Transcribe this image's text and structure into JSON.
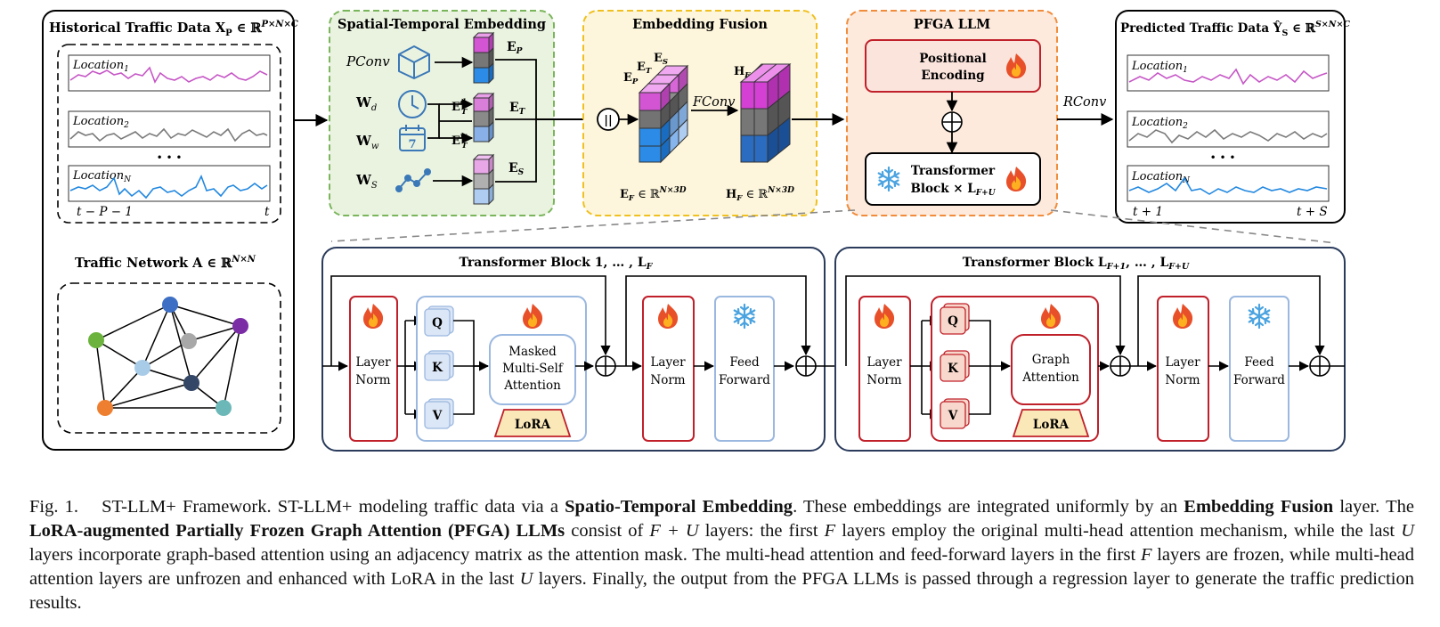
{
  "historical": {
    "title": "Historical Traffic Data X",
    "title_sub": "P",
    "title_space": " ∈ ℝ",
    "title_sup": "P×N×C",
    "location_prefix": "Location",
    "loc1_sub": "1",
    "loc2_sub": "2",
    "locN_sub": "N",
    "ellipsis": "• • •",
    "axis_start": "t − P − 1",
    "axis_end": "t"
  },
  "network": {
    "title": "Traffic Network  A ∈ ℝ",
    "title_sup": "N×N"
  },
  "ste": {
    "title": "Spatial-Temporal Embedding",
    "pconv": "PConv",
    "wd": "W",
    "wd_sub": "d",
    "ww": "W",
    "ww_sub": "w",
    "ws": "W",
    "ws_sub": "S",
    "calendar_number": "7",
    "ep": "E",
    "ep_sub": "P",
    "etd": "E",
    "etd_sub": "T",
    "etd_sup": "d",
    "etw": "E",
    "etw_sub": "T",
    "etw_sup": "w",
    "et": "E",
    "et_sub": "T",
    "es": "E",
    "es_sub": "S"
  },
  "fusion": {
    "title": "Embedding Fusion",
    "concat_symbol": "||",
    "es": "E",
    "es_sub": "S",
    "et": "E",
    "et_sub": "T",
    "ep": "E",
    "ep_sub": "P",
    "fconv": "FConv",
    "hf": "H",
    "hf_sub": "F",
    "ef_formula": "E",
    "ef_sub": "F",
    "ef_rest": " ∈ ℝ",
    "ef_sup": "N×3D",
    "hf_formula": "H",
    "hf_formula_sub": "F",
    "hf_rest": " ∈ ℝ",
    "hf_sup": "N×3D"
  },
  "pfga": {
    "title": "PFGA LLM",
    "pos_enc_line1": "Positional",
    "pos_enc_line2": "Encoding",
    "tb_line1": "Transformer",
    "tb_line2": "Block × L",
    "tb_sub": "F+U"
  },
  "rconv": "RConv",
  "predicted": {
    "title": "Predicted Traffic Data Ŷ",
    "title_sub": "S",
    "title_space": " ∈ ℝ",
    "title_sup": "S×N×C",
    "location_prefix": "Location",
    "loc1_sub": "1",
    "loc2_sub": "2",
    "locN_sub": "N",
    "ellipsis": "• • •",
    "axis_start": "t + 1",
    "axis_end": "t + S"
  },
  "block_left": {
    "title": "Transformer Block 1, … , L",
    "title_sub": "F",
    "layer_norm_1": "Layer",
    "layer_norm_2": "Norm",
    "q": "Q",
    "k": "K",
    "v": "V",
    "attn_1": "Masked",
    "attn_2": "Multi-Self",
    "attn_3": "Attention",
    "lora": "LoRA",
    "ff_1": "Feed",
    "ff_2": "Forward"
  },
  "block_right": {
    "title": "Transformer Block L",
    "title_sub1": "F+1",
    "title_mid": ", … , L",
    "title_sub2": "F+U",
    "layer_norm_1": "Layer",
    "layer_norm_2": "Norm",
    "q": "Q",
    "k": "K",
    "v": "V",
    "attn_1": "Graph",
    "attn_2": "Attention",
    "lora": "LoRA",
    "ff_1": "Feed",
    "ff_2": "Forward"
  },
  "caption": {
    "label": "Fig. 1.",
    "t1": "ST-LLM+ Framework. ST-LLM+ modeling traffic data via a ",
    "b1": "Spatio-Temporal Embedding",
    "t2": ". These embeddings are integrated uniformly by an ",
    "b2": "Embedding Fusion",
    "t3": " layer. The ",
    "b3": "LoRA-augmented Partially Frozen Graph Attention (PFGA) LLMs",
    "t4": " consist of ",
    "i1": "F + U",
    "t5": " layers: the first ",
    "i2": "F",
    "t6": " layers employ the original multi-head attention mechanism, while the last ",
    "i3": "U",
    "t7": " layers incorporate graph-based attention using an adjacency matrix as the attention mask. The multi-head attention and feed-forward layers in the first ",
    "i4": "F",
    "t8": " layers are frozen, while multi-head attention layers are unfrozen and enhanced with LoRA in the last ",
    "i5": "U",
    "t9": " layers. Finally, the output from the PFGA LLMs is passed through a regression layer to generate the traffic prediction results."
  },
  "colors": {
    "magenta": "#d455d4",
    "purple_line": "#c060c0",
    "gray_line": "#777777",
    "blue_line": "#2288e0",
    "green_box": "#7ab55c",
    "yellow_box": "#f0c020",
    "orange_box": "#f08c3c",
    "red_box": "#c0202a",
    "navy_box": "#2a3b5c",
    "light_blue_box": "#9bb8e0"
  },
  "icons": [
    "cube-icon",
    "clock-icon",
    "calendar-icon",
    "graph-path-icon",
    "fire-icon",
    "snowflake-icon",
    "plus-circle-icon",
    "concat-icon"
  ]
}
